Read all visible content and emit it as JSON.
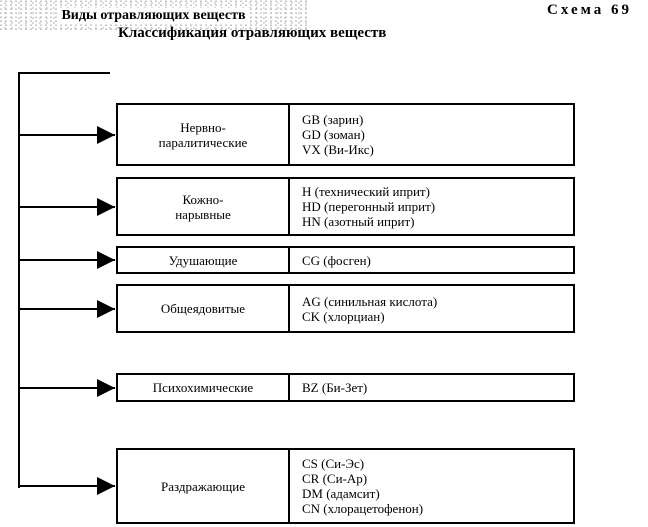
{
  "scheme_label": "Схема 69",
  "title": "Классификация отравляющих веществ",
  "root": {
    "label": "Виды отравляющих веществ"
  },
  "categories": [
    {
      "label": "Нервно-\nпаралитические",
      "agents": [
        "GB (зарин)",
        "GD (зоман)",
        "VX (Ви-Икс)"
      ]
    },
    {
      "label": "Кожно-\nнарывные",
      "agents": [
        "H (технический иприт)",
        "HD (перегонный иприт)",
        "HN (азотный иприт)"
      ]
    },
    {
      "label": "Удушающие",
      "agents": [
        "CG (фосген)"
      ]
    },
    {
      "label": "Общеядовитые",
      "agents": [
        "AG (синильная кислота)",
        "CK (хлорциан)"
      ]
    },
    {
      "label": "Психохимические",
      "agents": [
        "BZ (Би-Зет)"
      ]
    },
    {
      "label": "Раздражающие",
      "agents": [
        "CS (Си-Эс)",
        "CR (Си-Ар)",
        "DM (адамсит)",
        "CN (хлорацетофенон)"
      ]
    }
  ]
}
